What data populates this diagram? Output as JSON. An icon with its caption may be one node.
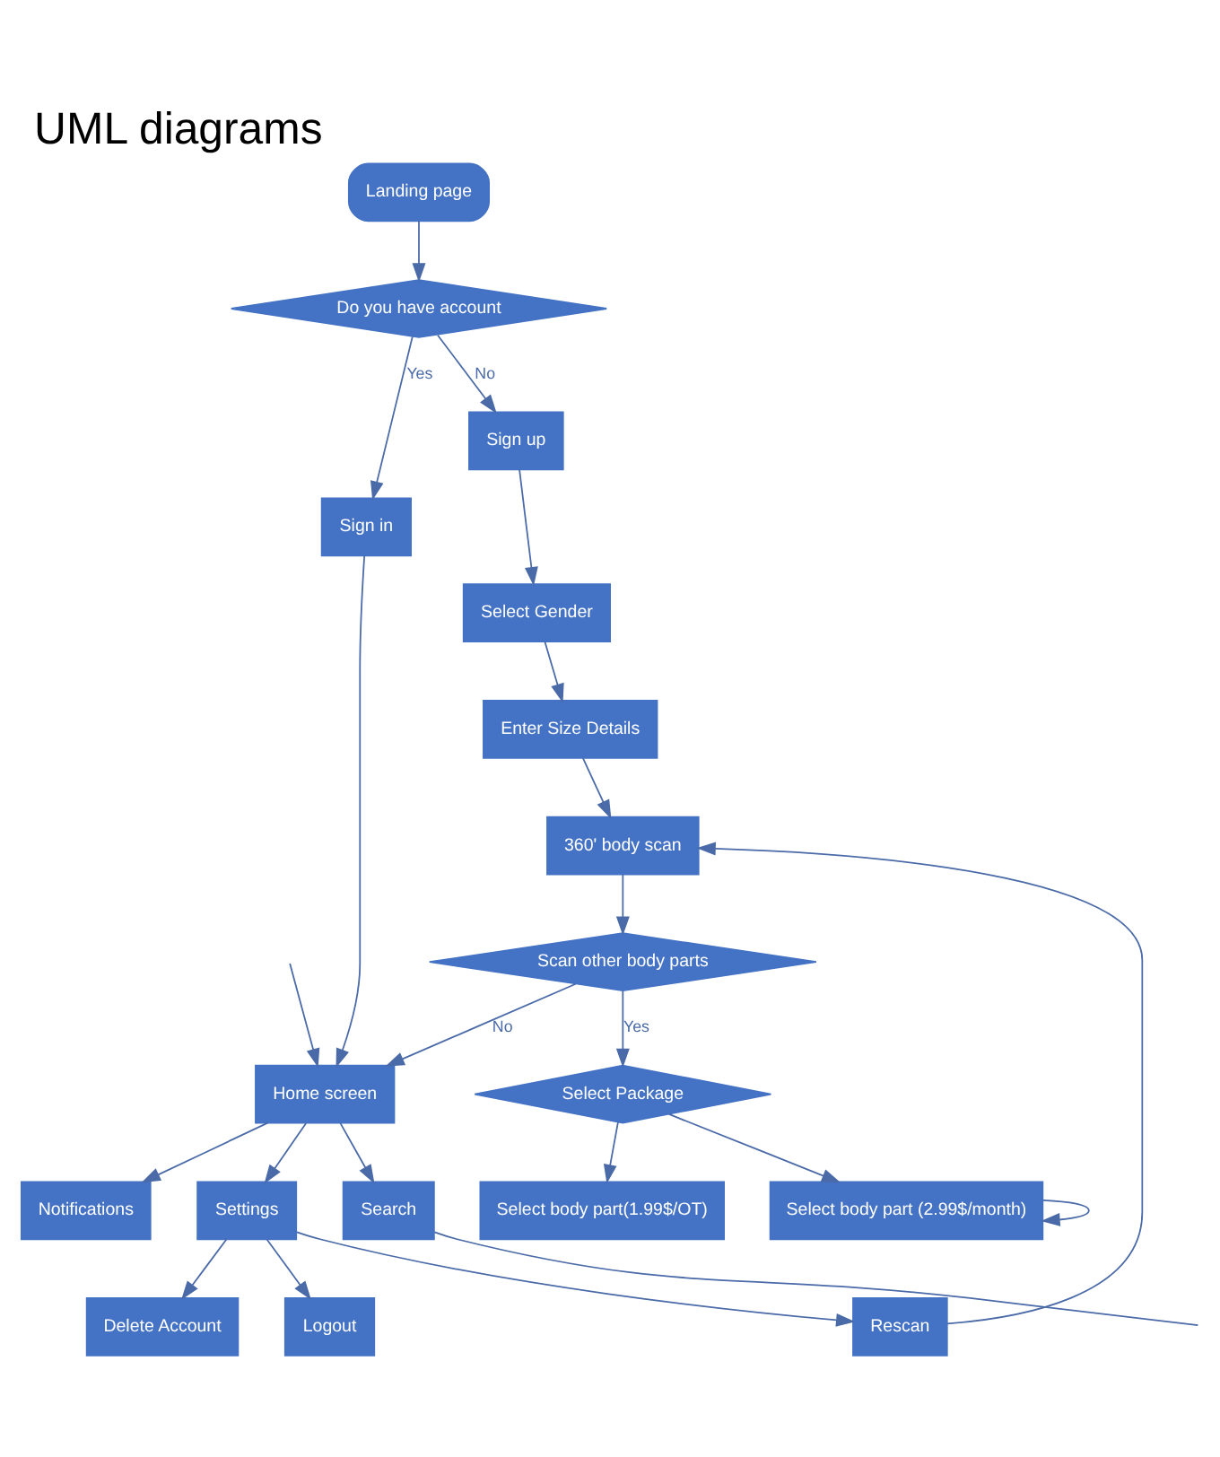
{
  "diagram": {
    "title": "UML diagrams",
    "nodes": [
      {
        "text": [
          "Landing page"
        ]
      },
      {
        "text": [
          "Do you have account"
        ]
      },
      {
        "text": [
          "Sign up"
        ]
      },
      {
        "text": [
          "Sign in"
        ]
      },
      {
        "text": [
          "Home screen"
        ]
      },
      {
        "text": [
          "Select Gender"
        ]
      },
      {
        "text": [
          "Enter Size Details"
        ]
      },
      {
        "text": [
          "Settings"
        ]
      },
      {
        "text": [
          "Search"
        ]
      },
      {
        "text": [
          "Notifications"
        ]
      },
      {
        "text": [
          "360' body scan"
        ]
      },
      {
        "text": [
          "Rescan"
        ]
      },
      {
        "text": [
          "Logout"
        ]
      },
      {
        "text": [
          "Delete Account"
        ]
      },
      {
        "text": [
          "Scan other body parts"
        ]
      },
      {
        "text": [
          "Select Package"
        ]
      },
      {
        "text": [
          "Select body part(1.99$/OT)"
        ]
      },
      {
        "text": [
          "Select body part (2.99$/month)"
        ]
      }
    ],
    "edges": [
      {
        "from": 0,
        "to": 1,
        "arrow": "to"
      },
      {
        "from": 1,
        "to": 2,
        "arrow": "to",
        "label": "No"
      },
      {
        "from": 1,
        "to": 3,
        "arrow": "to",
        "label": "Yes"
      },
      {
        "from": 3,
        "to": 4,
        "arrow": "to"
      },
      {
        "from": 2,
        "to": 5,
        "arrow": "to"
      },
      {
        "from": 5,
        "to": 6,
        "arrow": "to"
      },
      {
        "from": 6,
        "to": 10,
        "arrow": "to"
      },
      {
        "from": 4,
        "to": 7,
        "arrow": "to"
      },
      {
        "from": 4,
        "to": 8,
        "arrow": "to"
      },
      {
        "from": 4,
        "to": 9,
        "arrow": "to"
      },
      {
        "from": 7,
        "to": 11,
        "arrow": "to"
      },
      {
        "from": 7,
        "to": 12,
        "arrow": "to"
      },
      {
        "from": 7,
        "to": 13,
        "arrow": "to"
      },
      {
        "from": 11,
        "to": 10,
        "arrow": "to"
      },
      {
        "from": 10,
        "to": 14,
        "arrow": "to"
      },
      {
        "from": 14,
        "to": 15,
        "arrow": "to",
        "label": "Yes"
      },
      {
        "from": 14,
        "to": 4,
        "arrow": "to",
        "label": "No"
      },
      {
        "from": null,
        "to": 4,
        "arrow": "to"
      },
      {
        "from": 8,
        "to": null,
        "arrow": "none"
      },
      {
        "from": 15,
        "to": 16,
        "arrow": "to"
      },
      {
        "from": 15,
        "to": 17,
        "arrow": "to"
      },
      {
        "from": 17,
        "to": 17,
        "arrow": "to"
      }
    ]
  }
}
